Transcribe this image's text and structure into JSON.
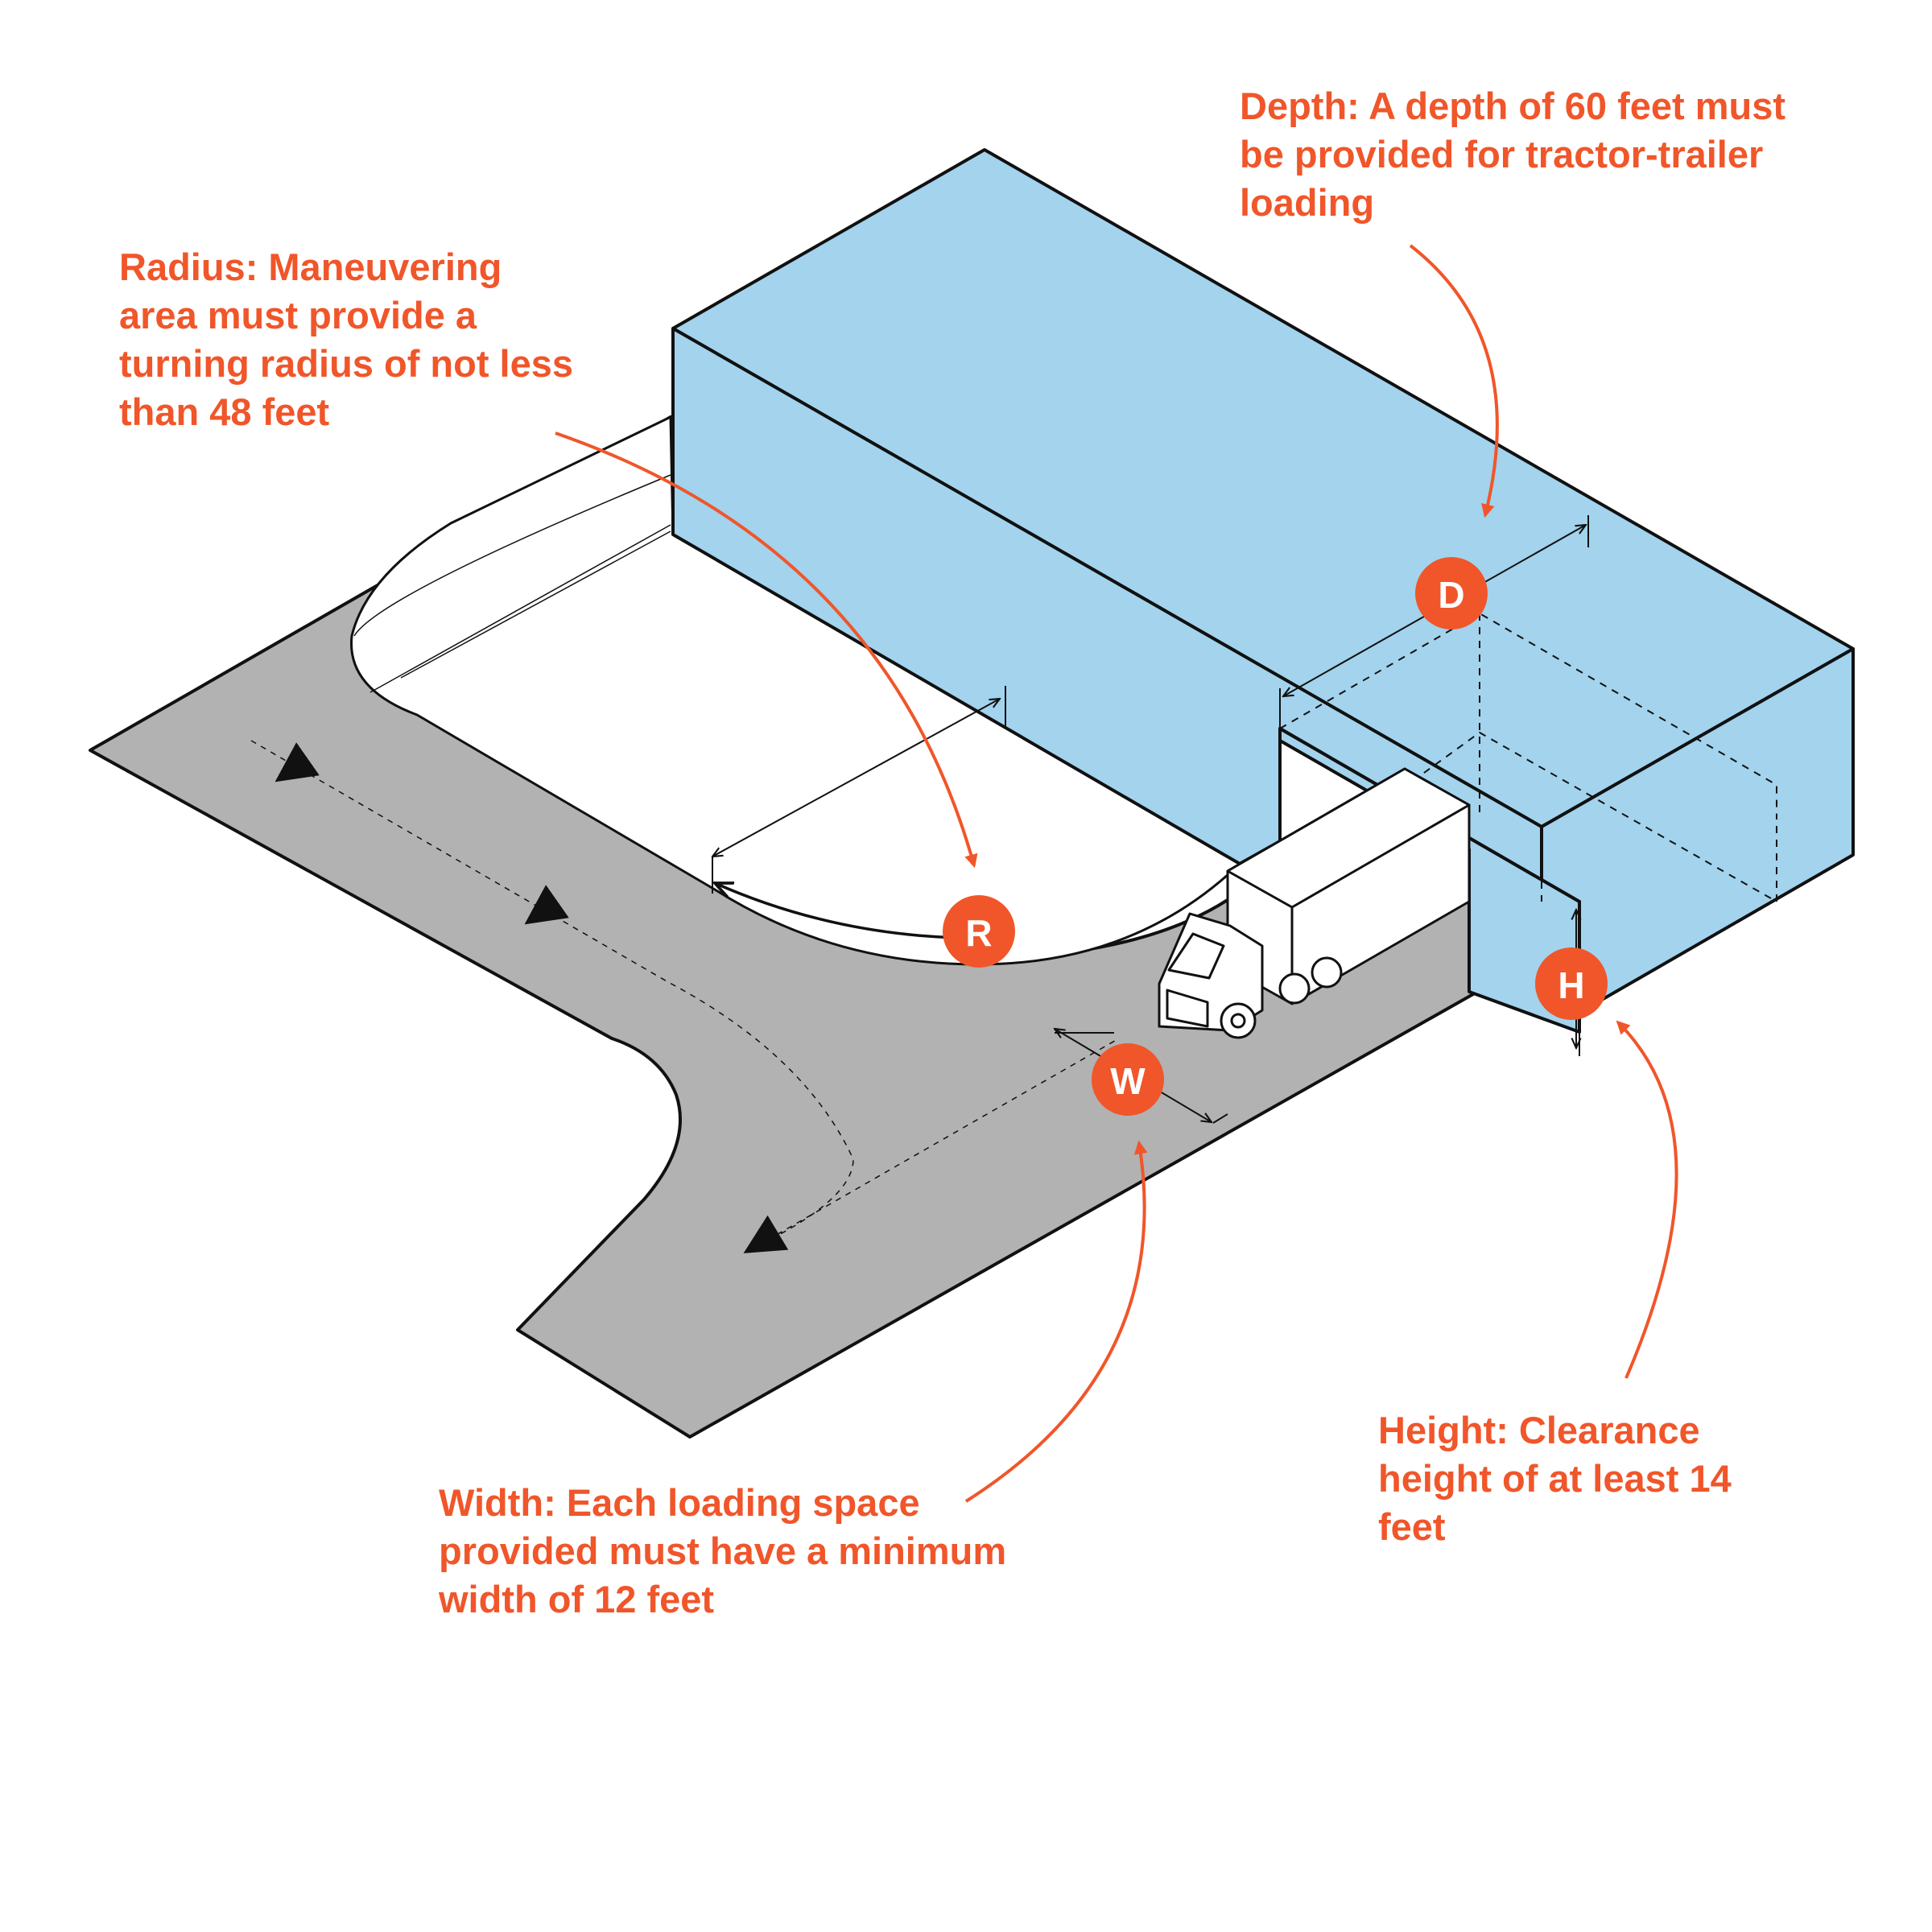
{
  "colors": {
    "accent": "#f0562a",
    "building": "#a3d3ed",
    "pavement": "#b2b2b2",
    "outline": "#111111",
    "background": "#ffffff"
  },
  "callouts": {
    "depth": "Depth: A depth of 60 feet must\nbe provided for tractor-trailer\nloading",
    "radius": "Radius: Maneuvering\narea must provide a\nturning radius of not less\nthan 48 feet",
    "height": "Height: Clearance\nheight of at least 14\nfeet",
    "width": "Width: Each loading space\nprovided must have a minimum\nwidth of 12 feet"
  },
  "markers": {
    "depth": "D",
    "radius": "R",
    "height": "H",
    "width": "W"
  }
}
